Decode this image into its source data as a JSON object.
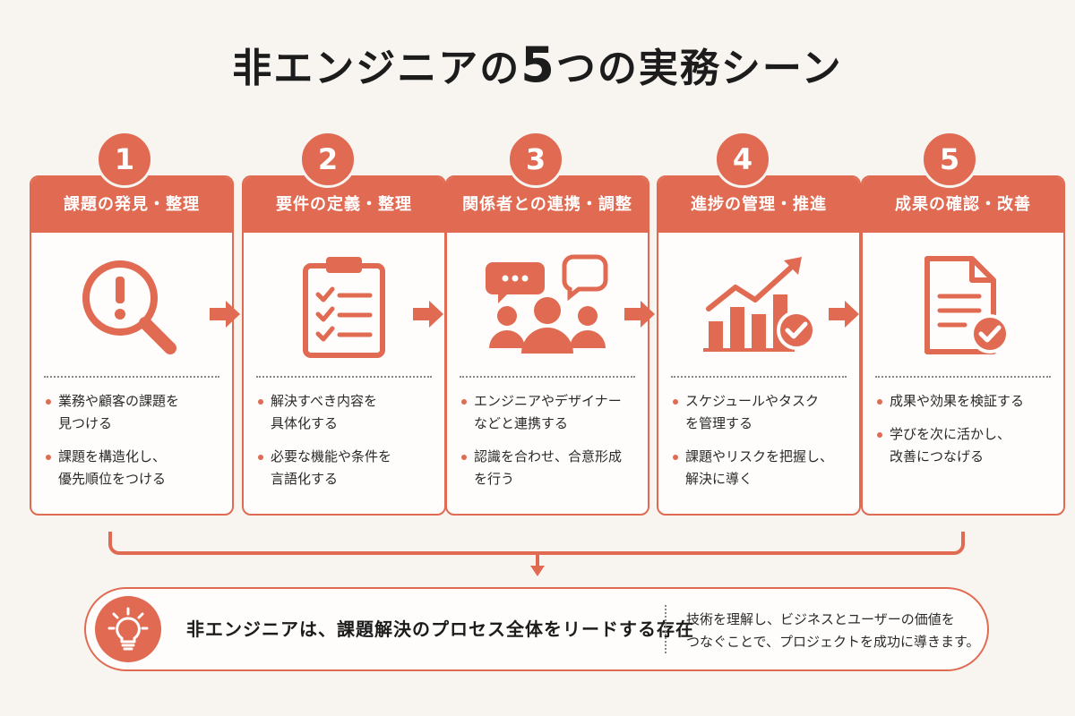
{
  "title_prefix": "非エンジニアの",
  "title_number": "5",
  "title_suffix": "つの実務シーン",
  "steps": [
    {
      "number": "1",
      "heading": "課題の発見・整理",
      "icon": "magnifier-exclamation-icon",
      "bullets": [
        [
          "業務や顧客の課題を",
          "見つける"
        ],
        [
          "課題を構造化し、",
          "優先順位をつける"
        ]
      ]
    },
    {
      "number": "2",
      "heading": "要件の定義・整理",
      "icon": "clipboard-checklist-icon",
      "bullets": [
        [
          "解決すべき内容を",
          "具体化する"
        ],
        [
          "必要な機能や条件を",
          "言語化する"
        ]
      ]
    },
    {
      "number": "3",
      "heading": "関係者との連携・調整",
      "icon": "people-chat-icon",
      "bullets": [
        [
          "エンジニアやデザイナー",
          "などと連携する"
        ],
        [
          "認識を合わせ、合意形成",
          "を行う"
        ]
      ]
    },
    {
      "number": "4",
      "heading": "進捗の管理・推進",
      "icon": "growth-chart-check-icon",
      "bullets": [
        [
          "スケジュールやタスク",
          "を管理する"
        ],
        [
          "課題やリスクを把握し、",
          "解決に導く"
        ]
      ]
    },
    {
      "number": "5",
      "heading": "成果の確認・改善",
      "icon": "document-check-icon",
      "bullets": [
        [
          "成果や効果を検証する"
        ],
        [
          "学びを次に活かし、",
          "改善につなげる"
        ]
      ]
    }
  ],
  "summary": {
    "icon": "lightbulb-icon",
    "main": "非エンジニアは、課題解決のプロセス全体をリードする存在",
    "sub_lines": [
      "技術を理解し、ビジネスとユーザーの価値を",
      "つなぐことで、プロジェクトを成功に導きます。"
    ]
  },
  "colors": {
    "accent": "#e06a52",
    "background": "#f8f5f1"
  }
}
